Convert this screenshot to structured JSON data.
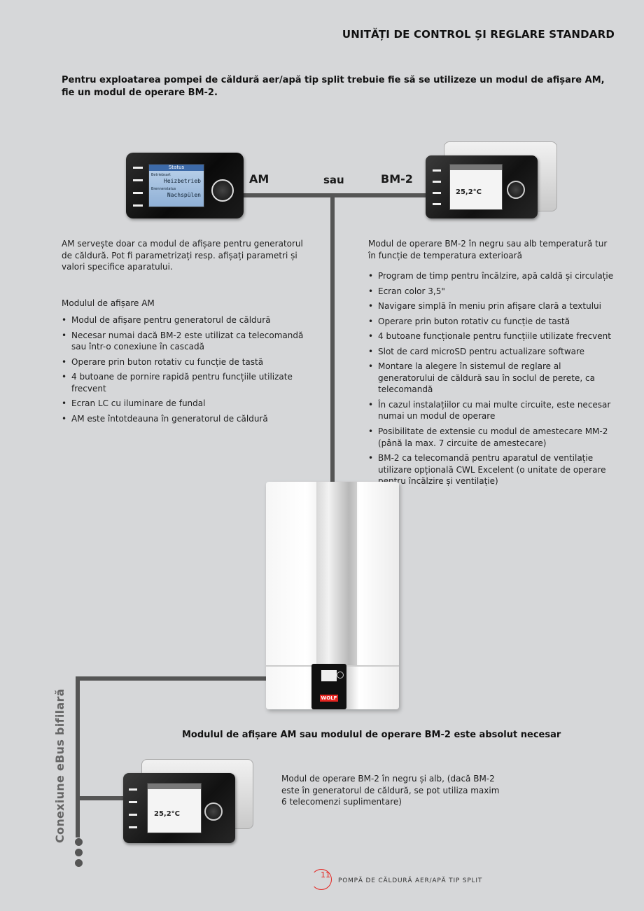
{
  "header": {
    "title": "UNITĂȚI DE CONTROL ȘI REGLARE STANDARD"
  },
  "intro": "Pentru exploatarea pompei de căldură aer/apă tip split trebuie fie să se utilizeze un modul de afișare AM, fie un modul de operare BM-2.",
  "labels": {
    "am": "AM",
    "sau": "sau",
    "bm2": "BM-2"
  },
  "am": {
    "description": "AM servește doar ca modul de afișare pentru generatorul de căldură. Pot fi parametrizați resp. afișați parametri și valori specifice aparatului.",
    "list_title": "Modulul de afișare AM",
    "items": [
      "Modul de afișare pentru generatorul de căldură",
      "Necesar numai dacă BM-2 este utilizat ca telecomandă sau într-o conexiune în cascadă",
      "Operare prin buton rotativ cu funcție de tastă",
      "4 butoane de pornire rapidă pentru funcțiile utilizate frecvent",
      "Ecran LC cu iluminare de fundal",
      "AM este întotdeauna în generatorul de căldură"
    ]
  },
  "bm2": {
    "description": "Modul de operare BM-2 în negru sau alb temperatură tur în funcție de temperatura exterioară",
    "items": [
      "Program de timp pentru încălzire, apă caldă și circulație",
      "Ecran color 3,5\"",
      "Navigare simplă în meniu prin afișare clară a textului",
      "Operare prin buton rotativ cu funcție de tastă",
      "4 butoane funcționale pentru funcțiile utilizate frecvent",
      "Slot de card microSD pentru actualizare software",
      "Montare la alegere în sistemul de reglare al generatorului de căldură sau în soclul de perete, ca telecomandă",
      "În cazul instalațiilor cu mai multe circuite, este necesar numai un modul de operare",
      "Posibilitate de extensie cu modul de amestecare MM-2 (până la max. 7 circuite de amestecare)",
      "BM-2 ca telecomandă pentru aparatul de ventilație utilizare opțională CWL Excelent (o unitate de operare pentru încălzire și ventilație)"
    ]
  },
  "devices": {
    "am_screen": {
      "title": "Status",
      "line1": "Betriebsart",
      "value1": "Heizbetrieb",
      "line2": "Brennerstatus",
      "value2": "Nachspülen"
    },
    "bm_screen_temp": "25,2°C",
    "boiler_logo": "WOLF"
  },
  "ebus_label": "Conexiune eBus bifilară",
  "required_note": "Modulul de afișare AM sau modulul de operare BM-2 este absolut necesar",
  "bm2_bottom": {
    "description": "Modul de operare BM-2 în negru și alb, (dacă BM-2 este în generatorul de căldură, se pot utiliza maxim 6 telecomenzi suplimentare)"
  },
  "footer": {
    "page_number": "11",
    "text": "POMPĂ DE CĂLDURĂ AER/APĂ TIP SPLIT"
  },
  "colors": {
    "background": "#d6d7d9",
    "line": "#555555",
    "accent": "#e52420"
  }
}
